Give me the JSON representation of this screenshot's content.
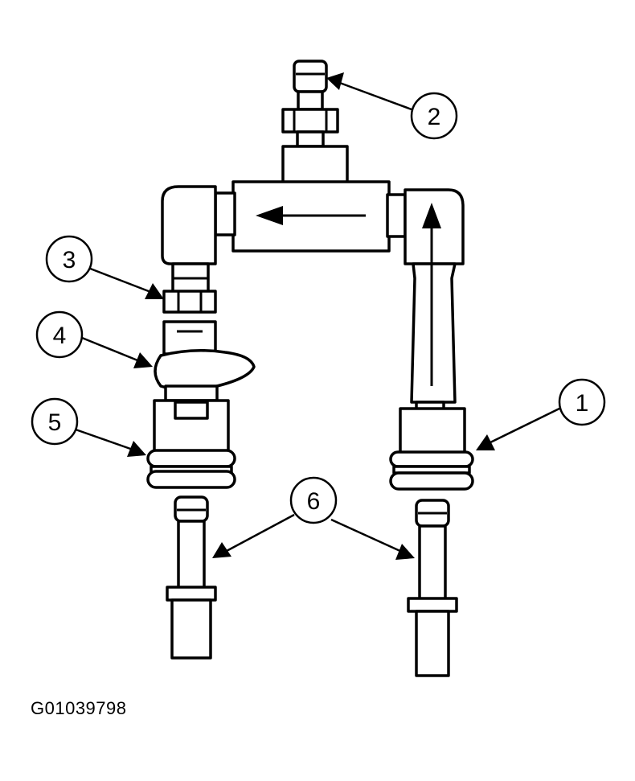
{
  "figure_id": "G01039798",
  "callouts": [
    {
      "id": "c1",
      "label": "1"
    },
    {
      "id": "c2",
      "label": "2"
    },
    {
      "id": "c3",
      "label": "3"
    },
    {
      "id": "c4",
      "label": "4"
    },
    {
      "id": "c5",
      "label": "5"
    },
    {
      "id": "c6",
      "label": "6"
    }
  ]
}
